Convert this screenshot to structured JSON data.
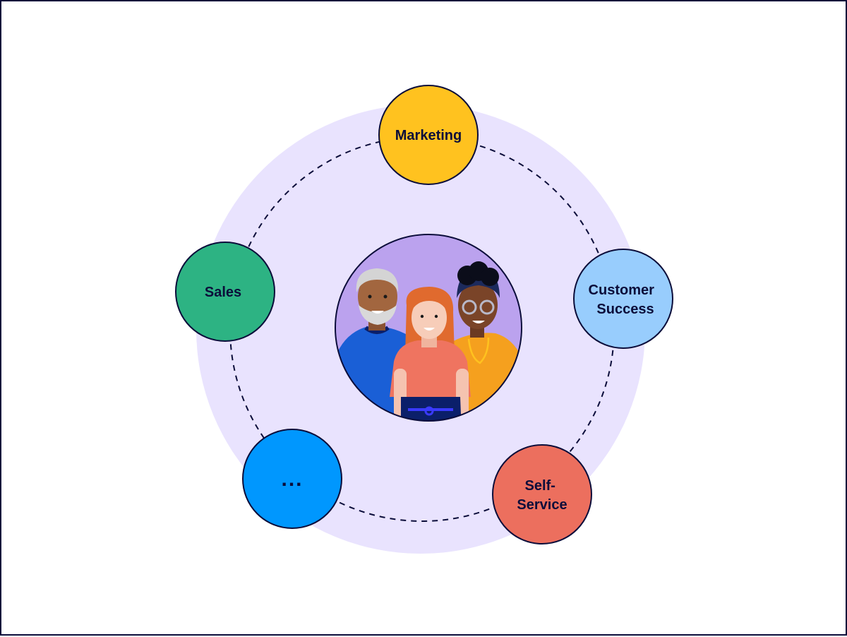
{
  "diagram": {
    "center": {
      "illustration": "three-people-illustration"
    },
    "nodes": [
      {
        "id": "marketing",
        "lines": [
          "Marketing"
        ],
        "color": "#ffc21f"
      },
      {
        "id": "customer-success",
        "lines": [
          "Customer",
          "Success"
        ],
        "color": "#98cdfd"
      },
      {
        "id": "self-service",
        "lines": [
          "Self-",
          "Service"
        ],
        "color": "#ec6f5e"
      },
      {
        "id": "more",
        "lines": [
          "..."
        ],
        "color": "#0097fe"
      },
      {
        "id": "sales",
        "lines": [
          "Sales"
        ],
        "color": "#2db383"
      }
    ],
    "colors": {
      "halo": "#e9e3fe",
      "outline": "#0b0d3a",
      "center_bg": "#bba2ee"
    }
  }
}
